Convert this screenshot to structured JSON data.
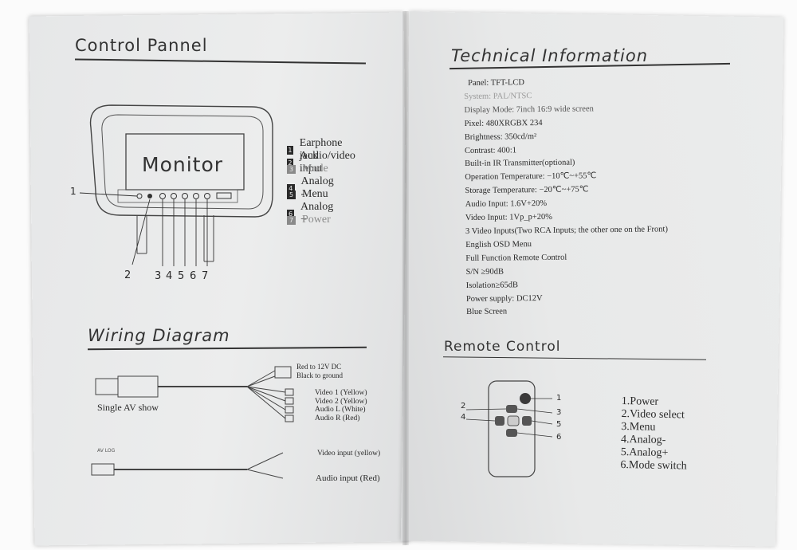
{
  "control_panel": {
    "title": "Control Pannel",
    "monitor_label": "Monitor",
    "callouts": [
      "1",
      "2",
      "3",
      "4",
      "5",
      "6",
      "7"
    ],
    "legend": [
      {
        "num": "1",
        "label": "Earphone jack",
        "faded": false
      },
      {
        "num": "2",
        "label": "Audio/video input",
        "faded": false
      },
      {
        "num": "3",
        "label": "Mode",
        "faded": true
      },
      {
        "num": "4",
        "label": "Analog -",
        "faded": false
      },
      {
        "num": "5",
        "label": "Menu",
        "faded": false
      },
      {
        "num": "6",
        "label": "Analog +",
        "faded": false
      },
      {
        "num": "7",
        "label": "Power",
        "faded": true
      }
    ]
  },
  "wiring": {
    "title": "Wiring Diagram",
    "single_av_label": "Single AV show",
    "power_red": "Red to 12V DC",
    "power_black": "Black to ground",
    "outputs": [
      "Video 1 (Yellow)",
      "Video 2 (Yellow)",
      "Audio L (White)",
      "Audio R (Red)"
    ],
    "av_in_tag": "AV LOG",
    "inputs": [
      "Video input (yellow)",
      "Audio input (Red)"
    ]
  },
  "technical": {
    "title": "Technical Information",
    "specs": [
      "Panel: TFT-LCD",
      "System: PAL/NTSC",
      "Display Mode: 7inch 16:9 wide screen",
      "Pixel: 480XRGBX 234",
      "Brightness: 350cd/m²",
      "Contrast: 400:1",
      "Built-in IR Transmitter(optional)",
      "Operation Temperature: −10℃~+55℃",
      "Storage Temperature: −20℃~+75℃",
      "Audio Input: 1.6V+20%",
      "Video Input: 1Vp_p+20%",
      "3 Video Inputs(Two RCA Inputs; the other one on the Front)",
      "English OSD Menu",
      "Full Function Remote Control",
      "S/N ≥90dB",
      "Isolation≥65dB",
      "Power supply: DC12V",
      "Blue Screen"
    ]
  },
  "remote": {
    "title": "Remote Control",
    "callouts_left": [
      "2",
      "4"
    ],
    "callouts_right": [
      "1",
      "3",
      "5",
      "6"
    ],
    "items": [
      "1.Power",
      "2.Video select",
      "3.Menu",
      "4.Analog-",
      "5.Analog+",
      "6.Mode switch"
    ]
  }
}
